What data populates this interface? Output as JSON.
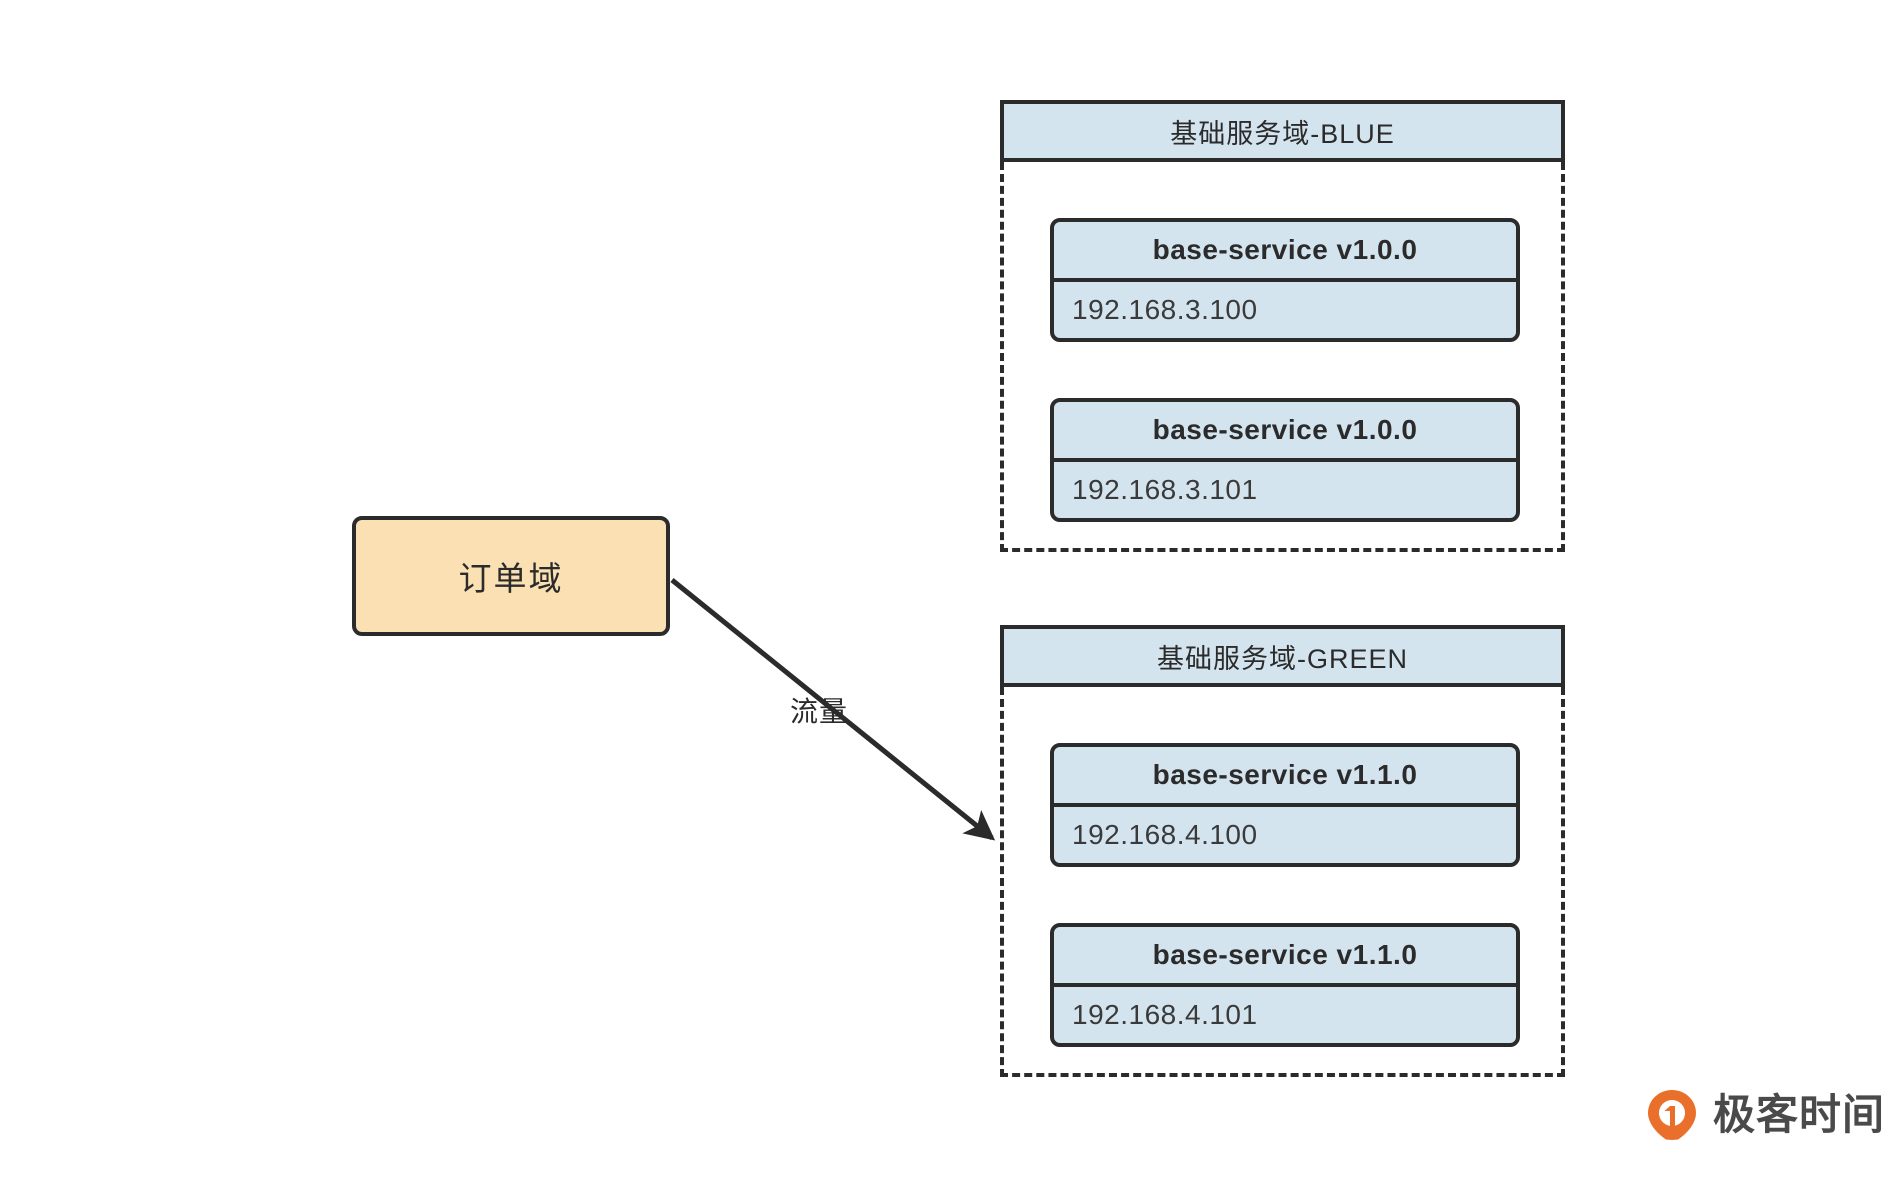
{
  "diagram": {
    "source": {
      "label": "订单域",
      "fill": "#fbe0b3",
      "stroke": "#2b2b2b"
    },
    "edge": {
      "label": "流量",
      "stroke": "#2b2b2b"
    },
    "groups": [
      {
        "id": "blue",
        "header": "基础服务域-BLUE",
        "header_fill": "#d4e4ef",
        "nodes": [
          {
            "title": "base-service v1.0.0",
            "ip": "192.168.3.100"
          },
          {
            "title": "base-service v1.0.0",
            "ip": "192.168.3.101"
          }
        ]
      },
      {
        "id": "green",
        "header": "基础服务域-GREEN",
        "header_fill": "#d4e4ef",
        "nodes": [
          {
            "title": "base-service v1.1.0",
            "ip": "192.168.4.100"
          },
          {
            "title": "base-service v1.1.0",
            "ip": "192.168.4.101"
          }
        ]
      }
    ]
  },
  "brand": {
    "name": "极客时间",
    "mark_color": "#ea6f2a"
  }
}
